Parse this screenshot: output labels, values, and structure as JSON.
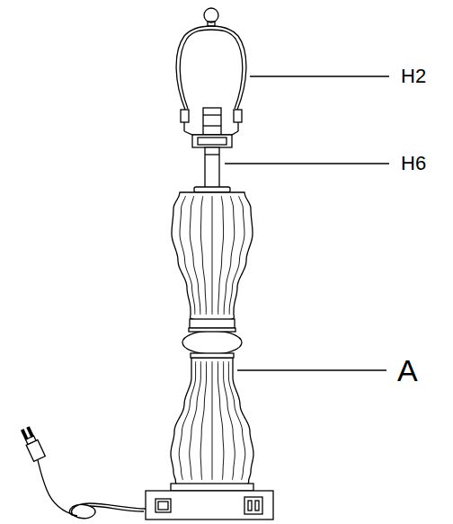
{
  "diagram": {
    "labels": [
      "H2",
      "H6",
      "A"
    ]
  }
}
